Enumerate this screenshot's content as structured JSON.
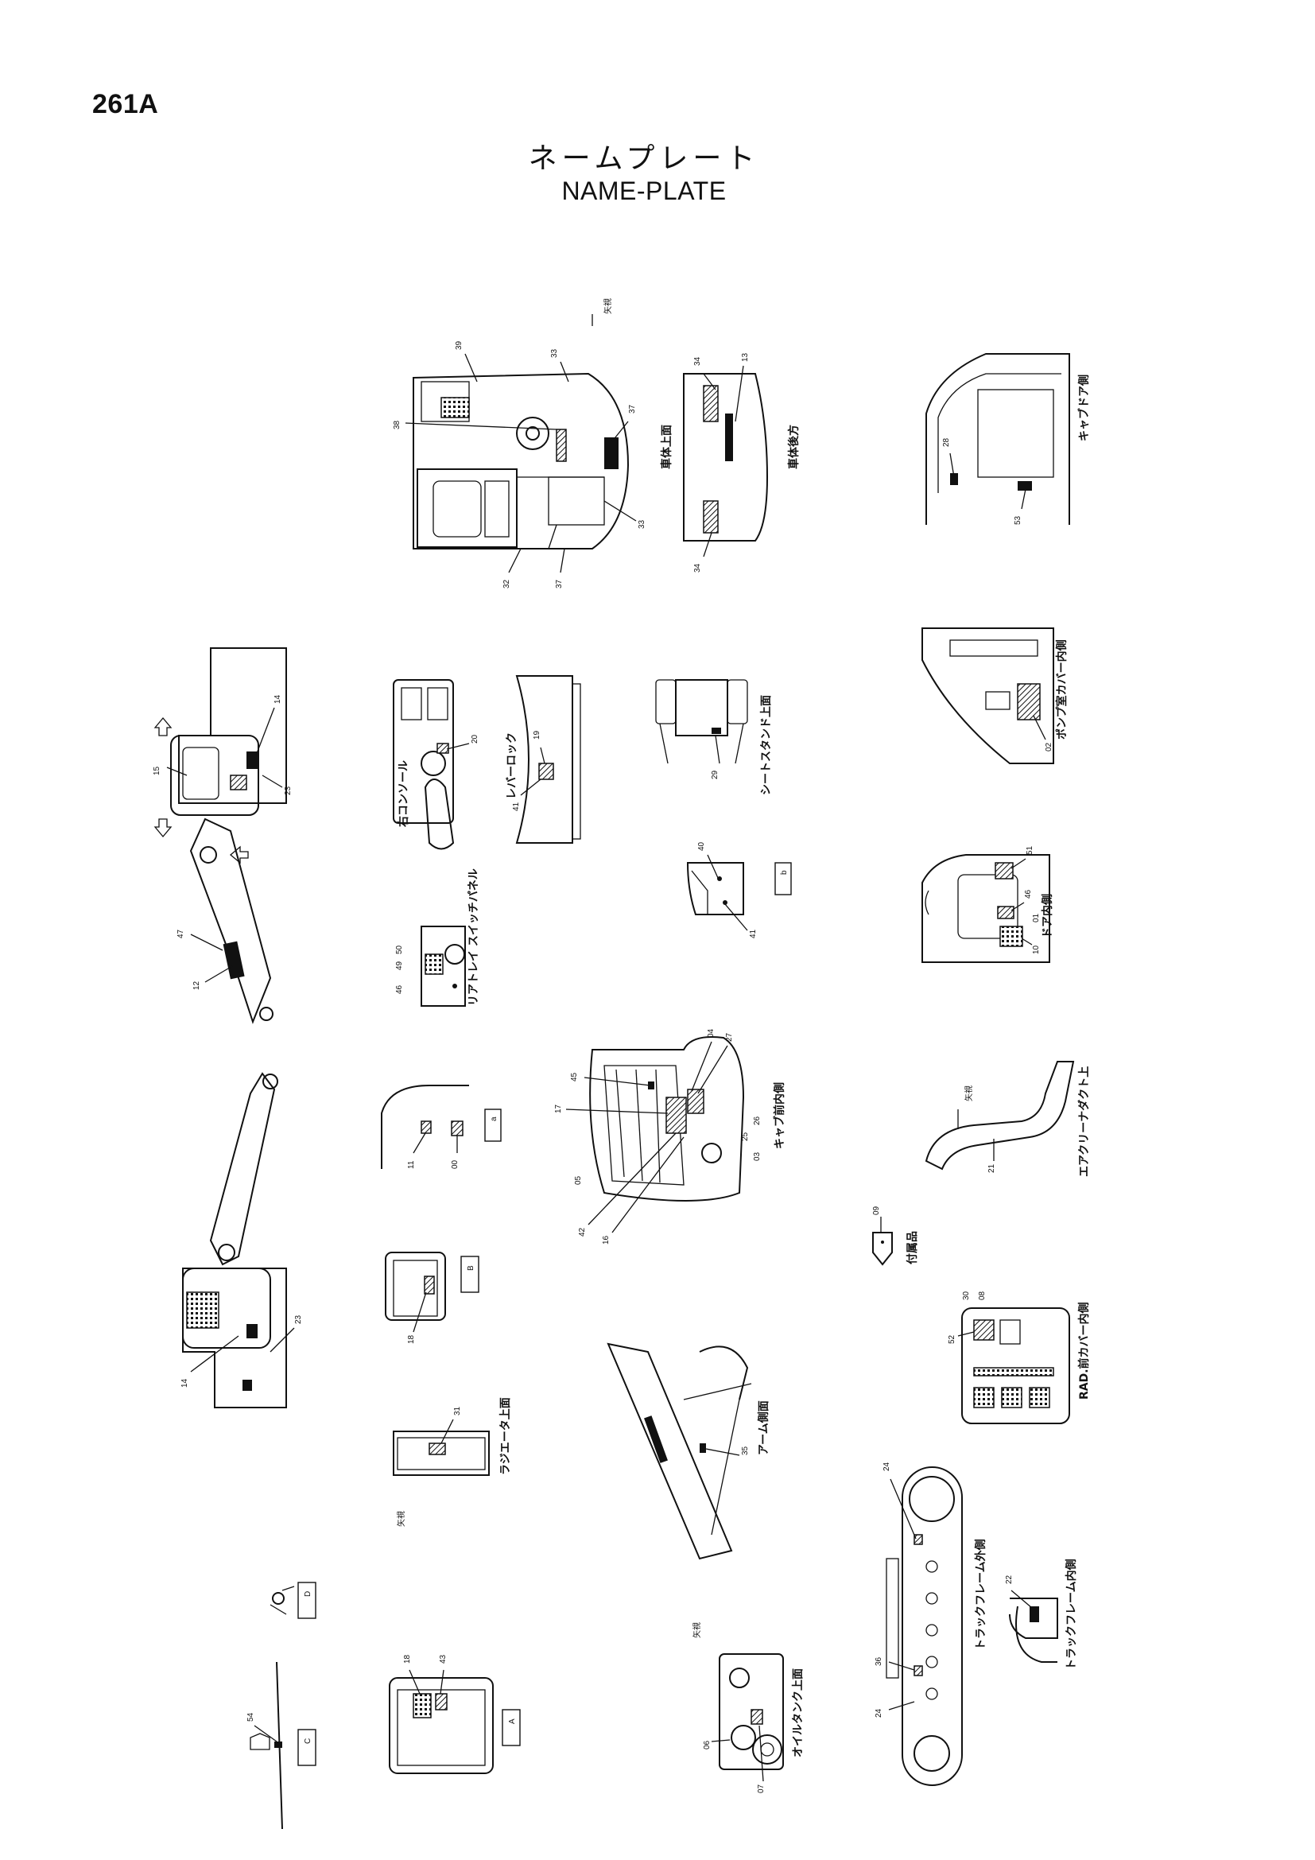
{
  "page": {
    "number": "261A",
    "title_jp": "ネームプレート",
    "title_en": "NAME-PLATE"
  },
  "captions": {
    "cab_top": "車体上面",
    "cab_rear": "車体後方",
    "cab_door": "キャブドア側",
    "console_r": "右コンソール",
    "lever_lock": "レバーロック",
    "seat_stand": "シートスタンド上面",
    "pump_cover": "ポンプ室カバー内側",
    "door_inner": "ドア内側",
    "switch_panel": "リアトレイ スイッチパネル",
    "cab_front": "キャブ前内側",
    "air_duct": "エアクリーナダクト上",
    "accessory": "付属品",
    "rad_cover": "RAD.前カバー内側",
    "radiator_top": "ラジエータ上面",
    "arm_side": "アーム側面",
    "track_outer": "トラックフレーム外側",
    "track_inner": "トラックフレーム内側",
    "oil_tank": "オイルタンク上面"
  },
  "detail_tags": {
    "a": "a",
    "b": "b",
    "B": "B",
    "A": "A",
    "C": "C",
    "D": "D",
    "matter": "矢視"
  },
  "callouts": {
    "n01": "01",
    "n02": "02",
    "n03": "03",
    "n04": "04",
    "n05": "05",
    "n06": "06",
    "n07": "07",
    "n08": "08",
    "n09": "09",
    "n00": "00",
    "n10": "10",
    "n11": "11",
    "n12": "12",
    "n13": "13",
    "n14": "14",
    "n15": "15",
    "n16": "16",
    "n17": "17",
    "n18": "18",
    "n19": "19",
    "n20": "20",
    "n21": "21",
    "n22": "22",
    "n23": "23",
    "n24": "24",
    "n25": "25",
    "n26": "26",
    "n27": "27",
    "n28": "28",
    "n29": "29",
    "n30": "30",
    "n31": "31",
    "n32": "32",
    "n33": "33",
    "n34": "34",
    "n35": "35",
    "n36": "36",
    "n37": "37",
    "n38": "38",
    "n39": "39",
    "n40": "40",
    "n41": "41",
    "n42": "42",
    "n43": "43",
    "n45": "45",
    "n46": "46",
    "n47": "47",
    "n49": "49",
    "n50": "50",
    "n51": "51",
    "n52": "52",
    "n53": "53",
    "n54": "54"
  }
}
